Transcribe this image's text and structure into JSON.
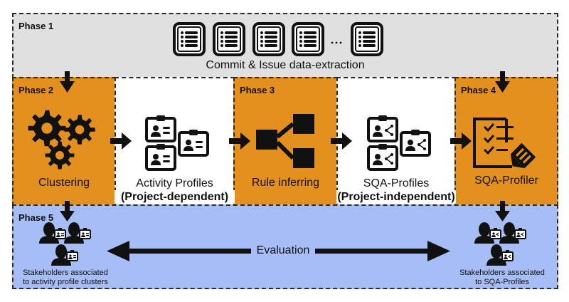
{
  "colors": {
    "phase1_bg": "#e0e0e0",
    "phase_orange": "#e3901e",
    "white_bg": "#ffffff",
    "phase5_bg": "#a6bdf5",
    "ink": "#111111"
  },
  "phase1": {
    "label": "Phase 1",
    "caption": "Commit & Issue data-extraction",
    "ellipsis": "...",
    "icon": "document-list-icon"
  },
  "phase2": {
    "label": "Phase 2",
    "caption": "Clustering",
    "icon": "gears-icon"
  },
  "activity_profiles": {
    "caption_line1": "Activity Profiles",
    "caption_line2": "(Project-dependent)",
    "icon": "id-badges-icon"
  },
  "phase3": {
    "label": "Phase 3",
    "caption": "Rule inferring",
    "icon": "tree-hierarchy-icon"
  },
  "sqa_profiles": {
    "caption_line1": "SQA-Profiles",
    "caption_line2": "(Project-independent)",
    "icon": "id-badges-share-icon"
  },
  "phase4": {
    "label": "Phase 4",
    "caption": "SQA-Profiler",
    "icon": "checklist-pencil-icon"
  },
  "phase5": {
    "label": "Phase 5",
    "evaluation": "Evaluation",
    "left_caption_line1": "Stakeholders associated",
    "left_caption_line2": "to activity profile clusters",
    "right_caption_line1": "Stakeholders associated",
    "right_caption_line2": "to SQA-Profiles"
  }
}
